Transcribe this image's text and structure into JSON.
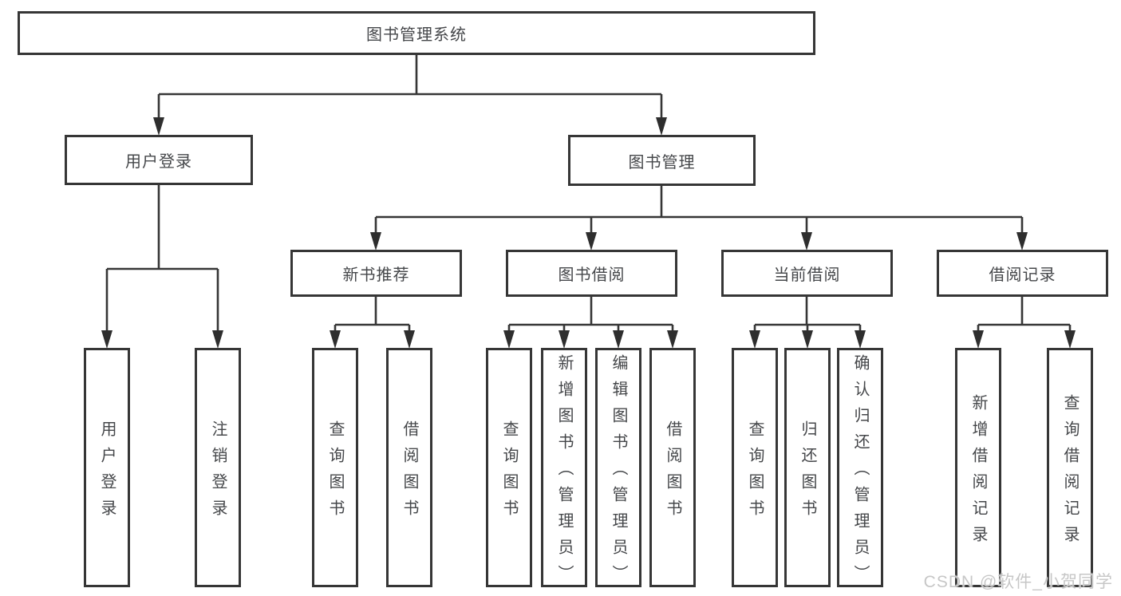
{
  "colors": {
    "line": "#363636",
    "box_border": "#363636",
    "box_fill": "#ffffff",
    "text": "#45474a",
    "watermark": "#c7c7c7",
    "background": "#ffffff"
  },
  "watermark": {
    "text": "CSDN @软件_小贺同学"
  },
  "diagram": {
    "root": {
      "label": "图书管理系统"
    },
    "branches": [
      {
        "label": "用户登录",
        "children": [
          {
            "label": "用户登录"
          },
          {
            "label": "注销登录"
          }
        ]
      },
      {
        "label": "图书管理",
        "children": [
          {
            "label": "新书推荐",
            "children": [
              {
                "label": "查询图书"
              },
              {
                "label": "借阅图书"
              }
            ]
          },
          {
            "label": "图书借阅",
            "children": [
              {
                "label": "查询图书"
              },
              {
                "label": "新增图书（管理员）"
              },
              {
                "label": "编辑图书（管理员）"
              },
              {
                "label": "借阅图书"
              }
            ]
          },
          {
            "label": "当前借阅",
            "children": [
              {
                "label": "查询图书"
              },
              {
                "label": "归还图书"
              },
              {
                "label": "确认归还（管理员）"
              }
            ]
          },
          {
            "label": "借阅记录",
            "children": [
              {
                "label": "新增借阅记录"
              },
              {
                "label": "查询借阅记录"
              }
            ]
          }
        ]
      }
    ]
  }
}
